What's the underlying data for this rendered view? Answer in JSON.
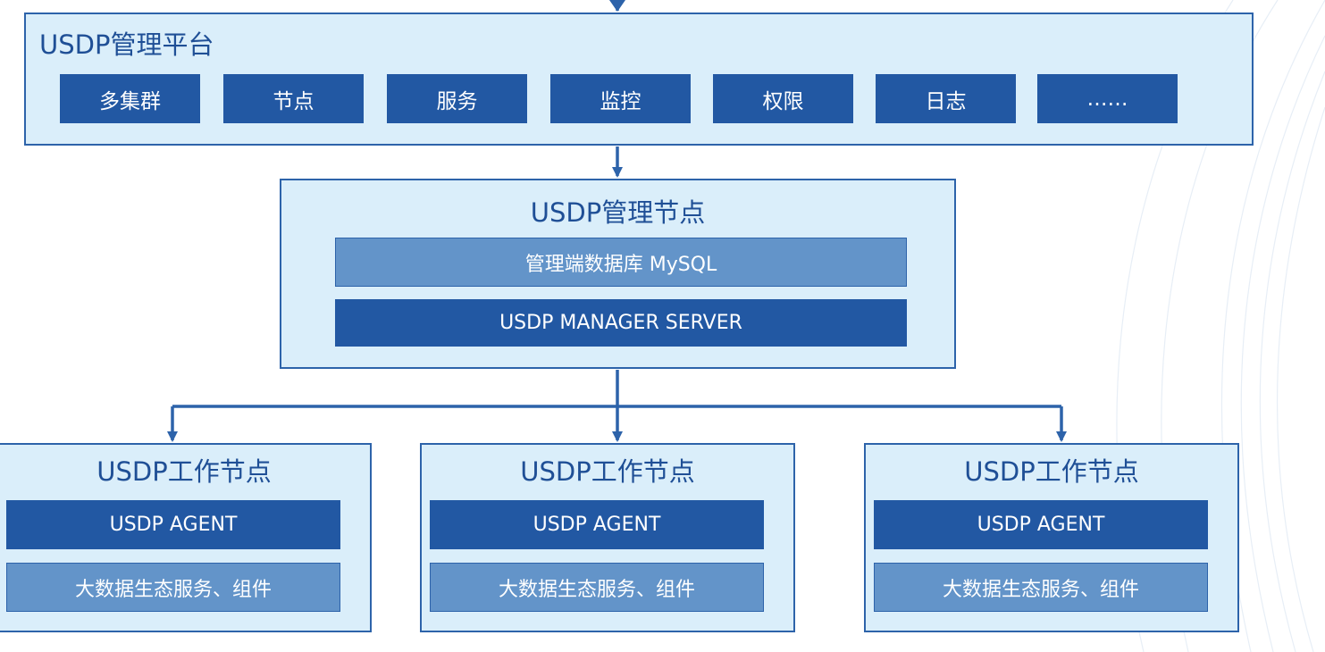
{
  "colors": {
    "panel_fill": "#daeefa",
    "panel_border": "#2d63aa",
    "title_text": "#1f4f96",
    "dark_box": "#2258a3",
    "light_box": "#6394c9",
    "arrow": "#2d63aa"
  },
  "platform": {
    "title": "USDP管理平台",
    "modules": [
      "多集群",
      "节点",
      "服务",
      "监控",
      "权限",
      "日志",
      "……"
    ]
  },
  "manager": {
    "title": "USDP管理节点",
    "database": "管理端数据库 MySQL",
    "server": "USDP MANAGER SERVER"
  },
  "workers": [
    {
      "title": "USDP工作节点",
      "agent": "USDP AGENT",
      "services": "大数据生态服务、组件"
    },
    {
      "title": "USDP工作节点",
      "agent": "USDP AGENT",
      "services": "大数据生态服务、组件"
    },
    {
      "title": "USDP工作节点",
      "agent": "USDP AGENT",
      "services": "大数据生态服务、组件"
    }
  ]
}
